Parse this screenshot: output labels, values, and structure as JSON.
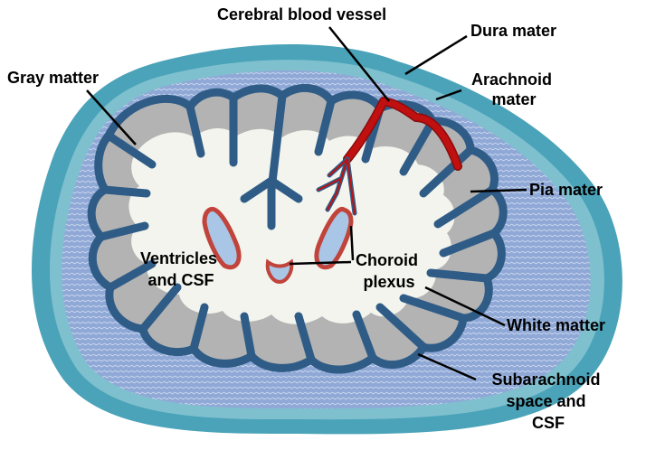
{
  "labels": {
    "cerebral_blood_vessel": "Cerebral blood vessel",
    "dura_mater": "Dura mater",
    "gray_matter": "Gray matter",
    "arachnoid_mater": [
      "Arachnoid",
      "mater"
    ],
    "pia_mater": "Pia mater",
    "ventricles": [
      "Ventricles",
      "and CSF"
    ],
    "choroid_plexus": [
      "Choroid",
      "plexus"
    ],
    "white_matter": "White matter",
    "subarachnoid": [
      "Subarachnoid",
      "space and",
      "CSF"
    ]
  },
  "colors": {
    "dura": "#4aa3b8",
    "arachnoid": "#7fc0cf",
    "subarachnoid_csf": "#8fa8d6",
    "gray_matter": "#b3b3b3",
    "pia_outline": "#2f5c86",
    "white_matter": "#f4f4ee",
    "ventricle_csf": "#a9c6e6",
    "choroid": "#c0443b",
    "vessel": "#c01010"
  }
}
